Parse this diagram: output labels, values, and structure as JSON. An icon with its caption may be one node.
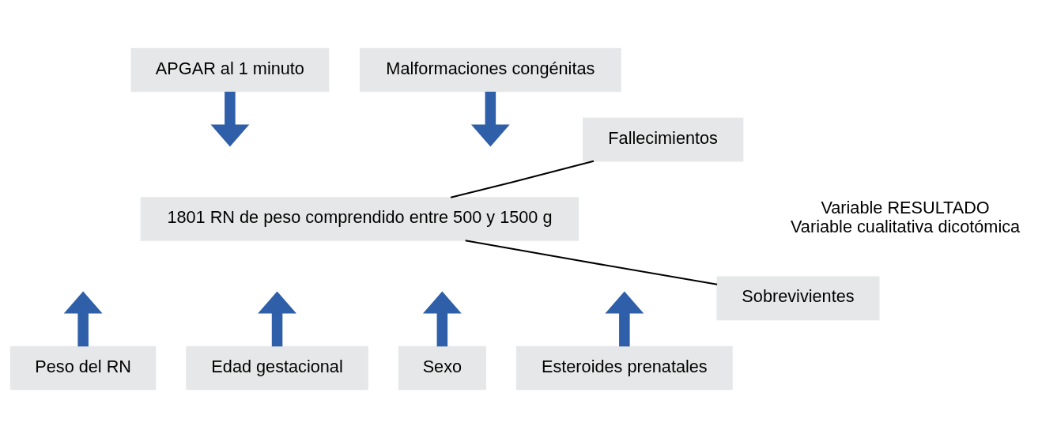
{
  "diagram": {
    "nodes": [
      {
        "text": [
          "APGAR al 1 minuto"
        ]
      },
      {
        "text": [
          "Malformaciones congénitas"
        ]
      },
      {
        "text": [
          "1801 RN de peso comprendido entre 500 y 1500 g"
        ]
      },
      {
        "text": [
          "Fallecimientos"
        ]
      },
      {
        "text": [
          "Sobrevivientes"
        ]
      },
      {
        "text": [
          "Peso del RN"
        ]
      },
      {
        "text": [
          "Edad gestacional"
        ]
      },
      {
        "text": [
          "Sexo"
        ]
      },
      {
        "text": [
          "Esteroides prenatales"
        ]
      }
    ],
    "edges": [
      {
        "from": 0,
        "to": null,
        "arrow": "to"
      },
      {
        "from": 1,
        "to": null,
        "arrow": "to"
      },
      {
        "from": 2,
        "to": 3,
        "arrow": "none",
        "color": "#000000"
      },
      {
        "from": 2,
        "to": 4,
        "arrow": "none",
        "color": "#000000"
      },
      {
        "from": 5,
        "to": null,
        "arrow": "to"
      },
      {
        "from": 6,
        "to": null,
        "arrow": "to"
      },
      {
        "from": 7,
        "to": null,
        "arrow": "to"
      },
      {
        "from": 8,
        "to": null,
        "arrow": "to"
      }
    ],
    "labels": [
      "Variable RESULTADO",
      "Variable cualitativa dicotómica"
    ]
  }
}
